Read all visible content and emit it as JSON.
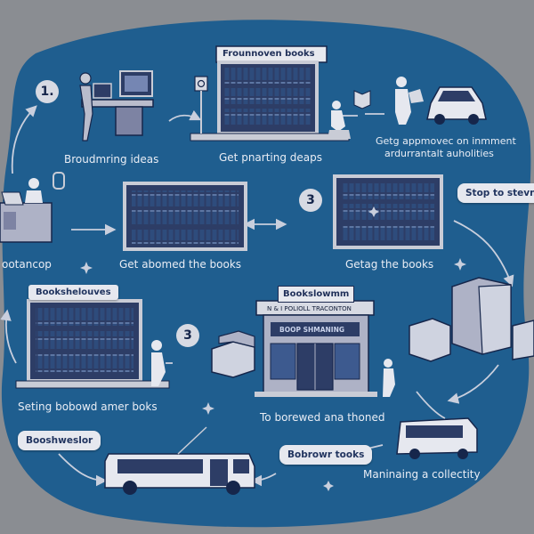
{
  "steps": {
    "s1_number": "1.",
    "s1_caption": "Broudmring ideas",
    "s2_sign": "Frounnoven books",
    "s2_caption": "Get pnarting deaps",
    "s3_caption_l1": "Getg appmovec on inmment",
    "s3_caption_l2": "ardurrantalt auholities",
    "s4_caption": "ootancop",
    "s5_caption": "Get abomed the books",
    "s6_number": "3",
    "s6_caption": "Getag the books",
    "s7_pill": "Stop to stevn",
    "s8_sign": "Bookshelouves",
    "s8_caption": "Seting bobowd amer boks",
    "s9_number": "3",
    "s10_sign": "Bookslowmm",
    "s10_subtitle": "N & I POLIOLL TRACONTON",
    "s10_glass": "BOOP SHMANING",
    "s10_caption": "To borewed ana thoned",
    "s11_pill": "Booshweslor",
    "s12_pill": "Bobrowr tooks",
    "s13_caption": "Maninaing a collectity"
  },
  "palette": {
    "background": "#8a8d92",
    "blob": "#1f5e8f",
    "shelf_frame": "#c9ccd6",
    "shelf_inner": "#2d3d66",
    "book": "#34507f",
    "ink": "#16264b",
    "label": "#e9edf5",
    "pill": "#e6e8ef"
  },
  "icons": [
    "desk-computer-icon",
    "bookshelf-icon",
    "parking-sign-icon",
    "person-sitting-icon",
    "person-reading-icon",
    "car-icon",
    "laptop-desk-icon",
    "boxes-icon",
    "storefront-icon",
    "bus-icon",
    "van-icon",
    "sparkle-icon"
  ]
}
